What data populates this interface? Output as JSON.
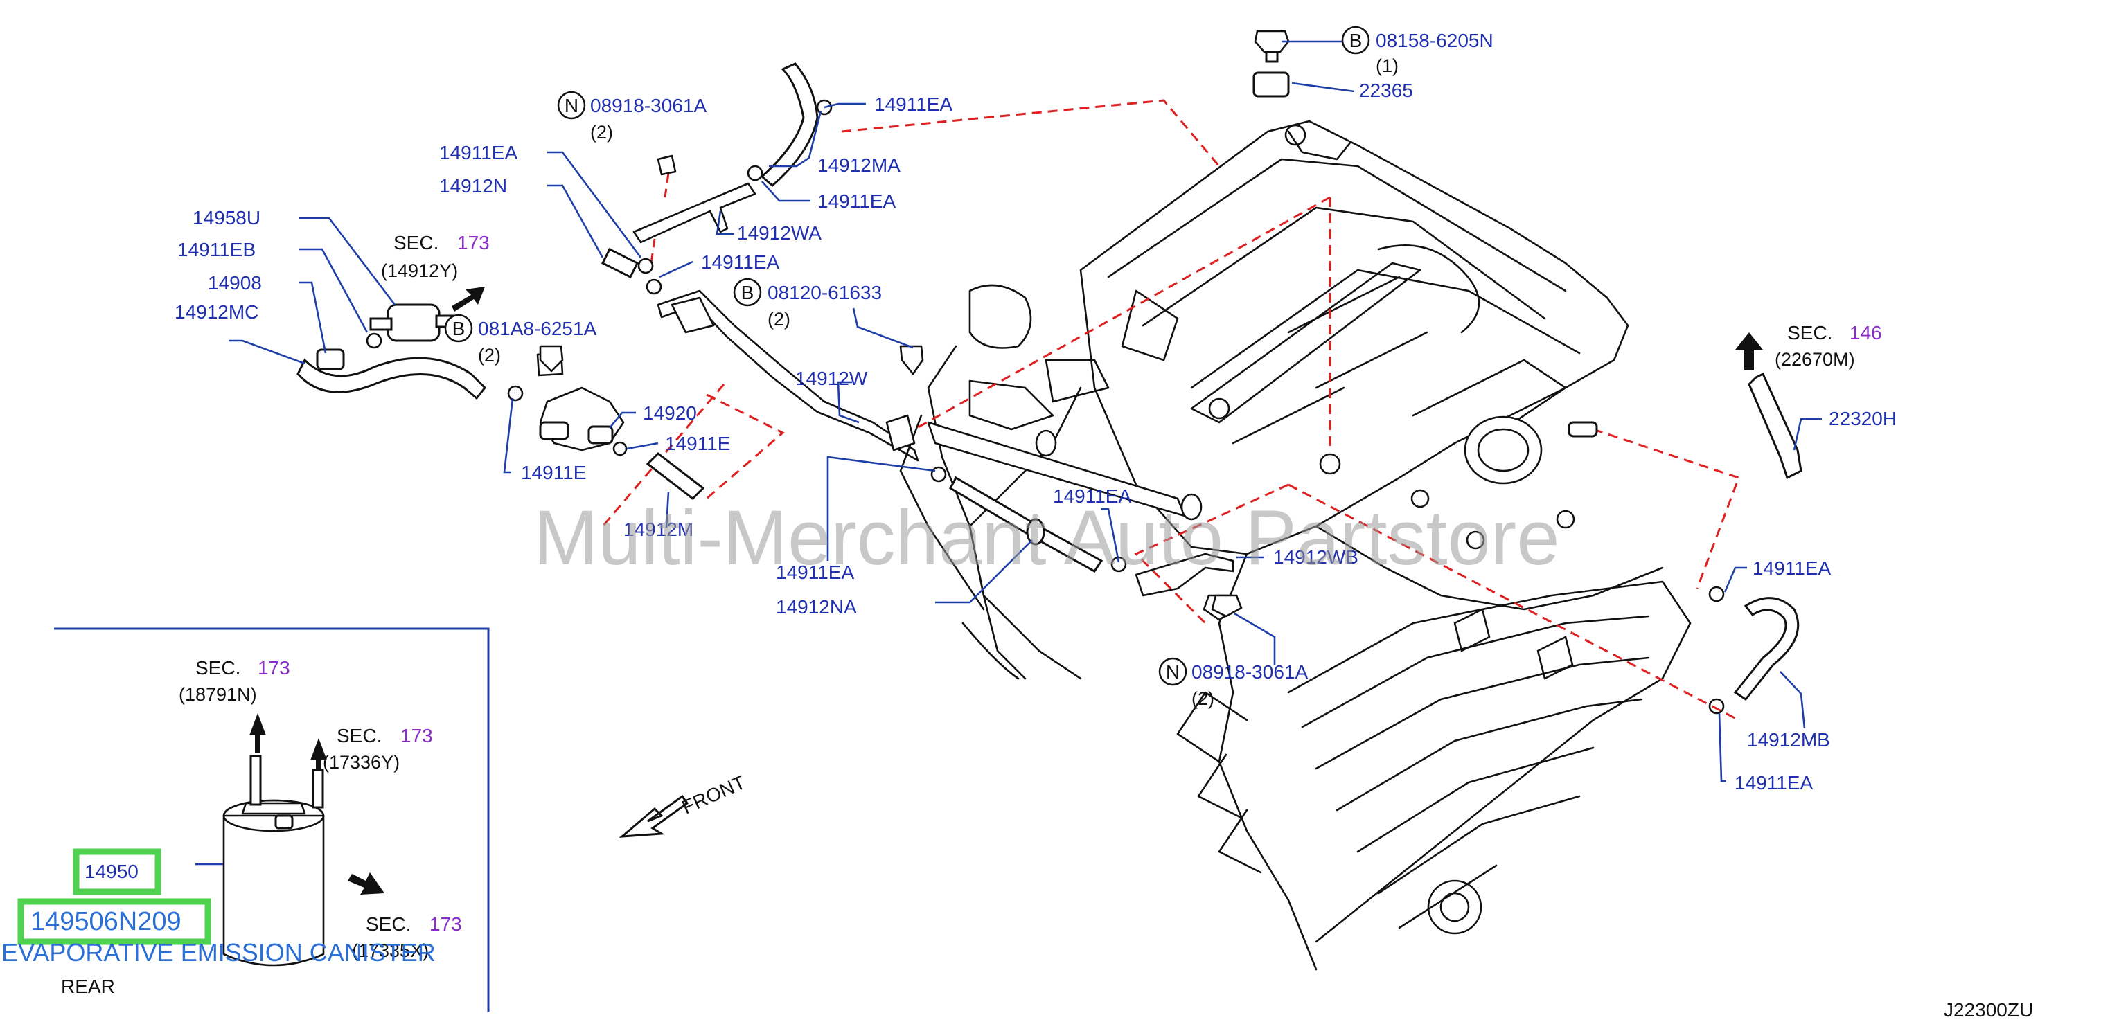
{
  "diagram_code": "J22300ZU",
  "watermark": "Multi-Merchant Auto Partstore",
  "front_label": "FRONT",
  "canister": {
    "part_no": "14950",
    "oem_no": "149506N209",
    "name": "EVAPORATIVE EMISSION CANISTER",
    "rear": "REAR"
  },
  "sec_word": "SEC.",
  "sections": [
    {
      "num": "173",
      "ref": "(14912Y)"
    },
    {
      "num": "173",
      "ref": "(18791N)"
    },
    {
      "num": "173",
      "ref": "(17336Y)"
    },
    {
      "num": "173",
      "ref": "(17335X)"
    },
    {
      "num": "146",
      "ref": "(22670M)"
    }
  ],
  "fasteners": [
    {
      "symbol": "N",
      "part": "08918-3061A",
      "qty": "(2)"
    },
    {
      "symbol": "B",
      "part": "081A8-6251A",
      "qty": "(2)"
    },
    {
      "symbol": "B",
      "part": "08120-61633",
      "qty": "(2)"
    },
    {
      "symbol": "B",
      "part": "08158-6205N",
      "qty": "(1)"
    },
    {
      "symbol": "N",
      "part": "08918-3061A",
      "qty": "(2)"
    }
  ],
  "parts": [
    "14958U",
    "14911EB",
    "14908",
    "14912MC",
    "14911EA",
    "14912N",
    "14912MA",
    "14911EA",
    "14912WA",
    "14911EA",
    "14920",
    "14911E",
    "14911E",
    "14912M",
    "14912W",
    "14911EA",
    "14912NA",
    "14911EA",
    "14912WB",
    "14911EA",
    "22365",
    "22320H",
    "14911EA",
    "14912MB",
    "14911EA"
  ]
}
